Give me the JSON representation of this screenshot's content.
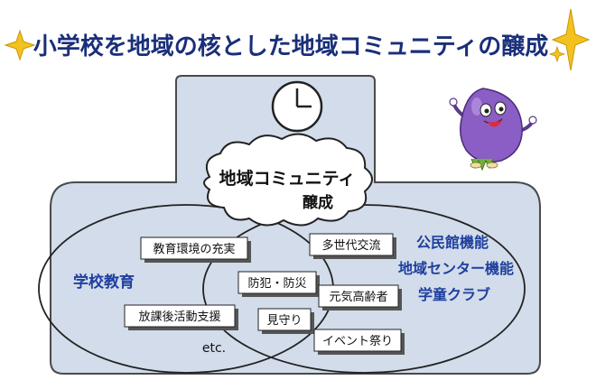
{
  "title": "小学校を地域の核とした地域コミュニティの醸成",
  "cloud": {
    "line1": "地域コミュニティ",
    "line2": "醸成"
  },
  "left_group": {
    "label": "学校教育"
  },
  "right_group": {
    "line1": "公民館機能",
    "line2": "地域センター機能",
    "line3": "学童クラブ"
  },
  "cards": {
    "education_env": "教育環境の充実",
    "after_school": "放課後活動支援",
    "crime_disaster": "防犯・防災",
    "watching": "見守り",
    "intergenerational": "多世代交流",
    "active_elderly": "元気高齢者",
    "event": "イベント祭り"
  },
  "etc": "etc.",
  "colors": {
    "title": "#1a2f7a",
    "panel_fill": "#d2dcea",
    "panel_stroke": "#4a4a4a",
    "label_blue": "#1f3f9e",
    "mascot_body": "#8a5ec4",
    "star": "#f3c21f"
  },
  "icons": [
    "sparkle-star-icon",
    "clock-icon",
    "mascot-character-icon"
  ]
}
